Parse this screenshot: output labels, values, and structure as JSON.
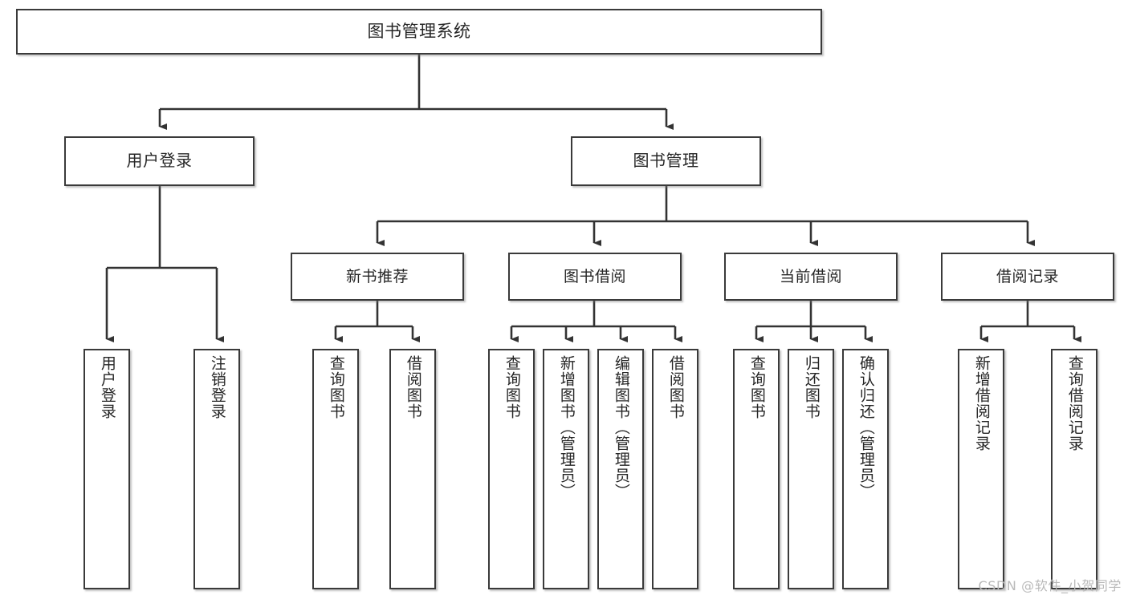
{
  "diagram": {
    "type": "tree",
    "title": "图书管理系统",
    "root": {
      "label": "图书管理系统"
    },
    "level2": [
      {
        "label": "用户登录"
      },
      {
        "label": "图书管理"
      }
    ],
    "level3": [
      {
        "label": "新书推荐"
      },
      {
        "label": "图书借阅"
      },
      {
        "label": "当前借阅"
      },
      {
        "label": "借阅记录"
      }
    ],
    "leaves": [
      {
        "label": "用户登录",
        "parent": "用户登录"
      },
      {
        "label": "注销登录",
        "parent": "用户登录"
      },
      {
        "label": "查询图书",
        "parent": "新书推荐"
      },
      {
        "label": "借阅图书",
        "parent": "新书推荐"
      },
      {
        "label": "查询图书",
        "parent": "图书借阅"
      },
      {
        "label": "新增图书（管理员）",
        "parent": "图书借阅"
      },
      {
        "label": "编辑图书（管理员）",
        "parent": "图书借阅"
      },
      {
        "label": "借阅图书",
        "parent": "图书借阅"
      },
      {
        "label": "查询图书",
        "parent": "当前借阅"
      },
      {
        "label": "归还图书",
        "parent": "当前借阅"
      },
      {
        "label": "确认归还（管理员）",
        "parent": "当前借阅"
      },
      {
        "label": "新增借阅记录",
        "parent": "借阅记录"
      },
      {
        "label": "查询借阅记录",
        "parent": "借阅记录"
      }
    ],
    "colors": {
      "box_border": "#3a3a3a",
      "box_fill": "#ffffff",
      "connector": "#333333",
      "text": "#262626",
      "watermark": "#b9b9b9"
    }
  },
  "watermark": {
    "text": "CSDN @软件_小贺同学"
  }
}
